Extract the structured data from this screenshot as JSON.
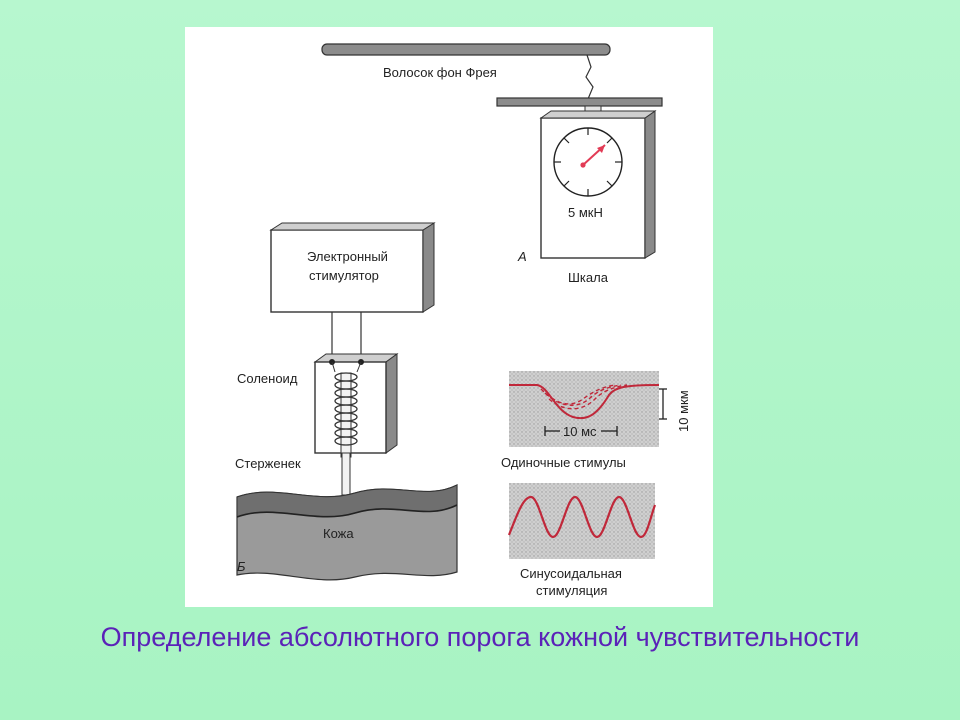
{
  "figure": {
    "hair_label": "Волосок фон Фрея",
    "gauge_value": "5 мкН",
    "panel_a_letter": "А",
    "scale_label": "Шкала",
    "stimulator_line1": "Электронный",
    "stimulator_line2": "стимулятор",
    "solenoid_label": "Соленоид",
    "rod_label": "Стерженек",
    "skin_label": "Кожа",
    "panel_b_letter": "Б",
    "pulse_amplitude": "10 мкм",
    "pulse_duration": "10 мс",
    "single_label": "Одиночные стимулы",
    "sine_line1": "Синусоидальная",
    "sine_line2": "стимуляция"
  },
  "caption": "Определение абсолютного порога кожной чувствительности",
  "colors": {
    "background": "#aef5c8",
    "caption": "#5b22b8",
    "stimulus_trace": "#c0283a",
    "panel_shade": "#c9c9c9"
  }
}
